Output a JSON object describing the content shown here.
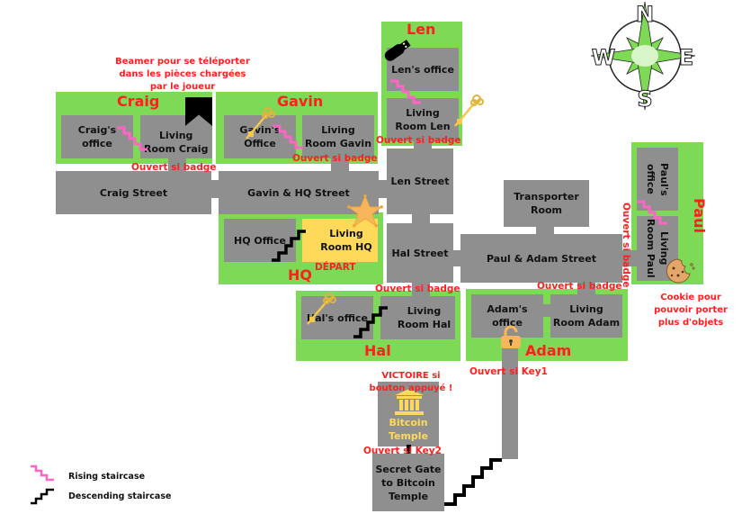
{
  "title_note": {
    "line1": "Beamer pour se téléporter",
    "line2": "dans les pièces chargées",
    "line3": "par le joueur"
  },
  "compass": {
    "n": "N",
    "s": "S",
    "e": "E",
    "w": "W"
  },
  "zones": {
    "craig": "Craig",
    "gavin": "Gavin",
    "len": "Len",
    "paul": "Paul",
    "hq": "HQ",
    "hal": "Hal",
    "adam": "Adam"
  },
  "rooms": {
    "craig_office": {
      "l1": "Craig's",
      "l2": "office"
    },
    "craig_living": {
      "l1": "Living",
      "l2": "Room Craig"
    },
    "gavin_office": {
      "l1": "Gavin's",
      "l2": "Office"
    },
    "gavin_living": {
      "l1": "Living",
      "l2": "Room Gavin"
    },
    "len_office": {
      "l1": "Len's office"
    },
    "len_living": {
      "l1": "Living",
      "l2": "Room Len"
    },
    "paul_office": {
      "l1": "Paul's",
      "l2": "office"
    },
    "paul_living": {
      "l1": "Living",
      "l2": "Room Paul"
    },
    "transporter": {
      "l1": "Transporter",
      "l2": "Room"
    },
    "hq_office": {
      "l1": "HQ Office"
    },
    "hq_living": {
      "l1": "Living",
      "l2": "Room HQ"
    },
    "hal_office": {
      "l1": "Hal's office"
    },
    "hal_living": {
      "l1": "Living",
      "l2": "Room Hal"
    },
    "adam_office": {
      "l1": "Adam's",
      "l2": "office"
    },
    "adam_living": {
      "l1": "Living",
      "l2": "Room Adam"
    },
    "bitcoin_temple": {
      "l1": "Bitcoin",
      "l2": "Temple"
    },
    "secret_gate": {
      "l1": "Secret Gate",
      "l2": "to Bitcoin",
      "l3": "Temple"
    }
  },
  "streets": {
    "craig": "Craig Street",
    "gavin_hq": "Gavin & HQ Street",
    "len": "Len Street",
    "hal": "Hal Street",
    "paul_adam": "Paul & Adam Street"
  },
  "doors": {
    "badge": "Ouvert si badge",
    "key1": "Ouvert si Key1",
    "key2": "Ouvert si Key2"
  },
  "notes": {
    "depart": "DÉPART",
    "victoire_l1": "VICTOIRE si",
    "victoire_l2": "bouton appuyé !",
    "cookie_l1": "Cookie pour",
    "cookie_l2": "pouvoir porter",
    "cookie_l3": "plus d'objets"
  },
  "legend": {
    "rising": "Rising staircase",
    "descending": "Descending staircase"
  },
  "colors": {
    "zone": "#7ed957",
    "room": "#8f8f8f",
    "label": "#ff1f1f",
    "rising_stair": "#ff66c4",
    "descending_stair": "#000000",
    "key": "#f2c94c",
    "start_room": "#ffd95a"
  }
}
